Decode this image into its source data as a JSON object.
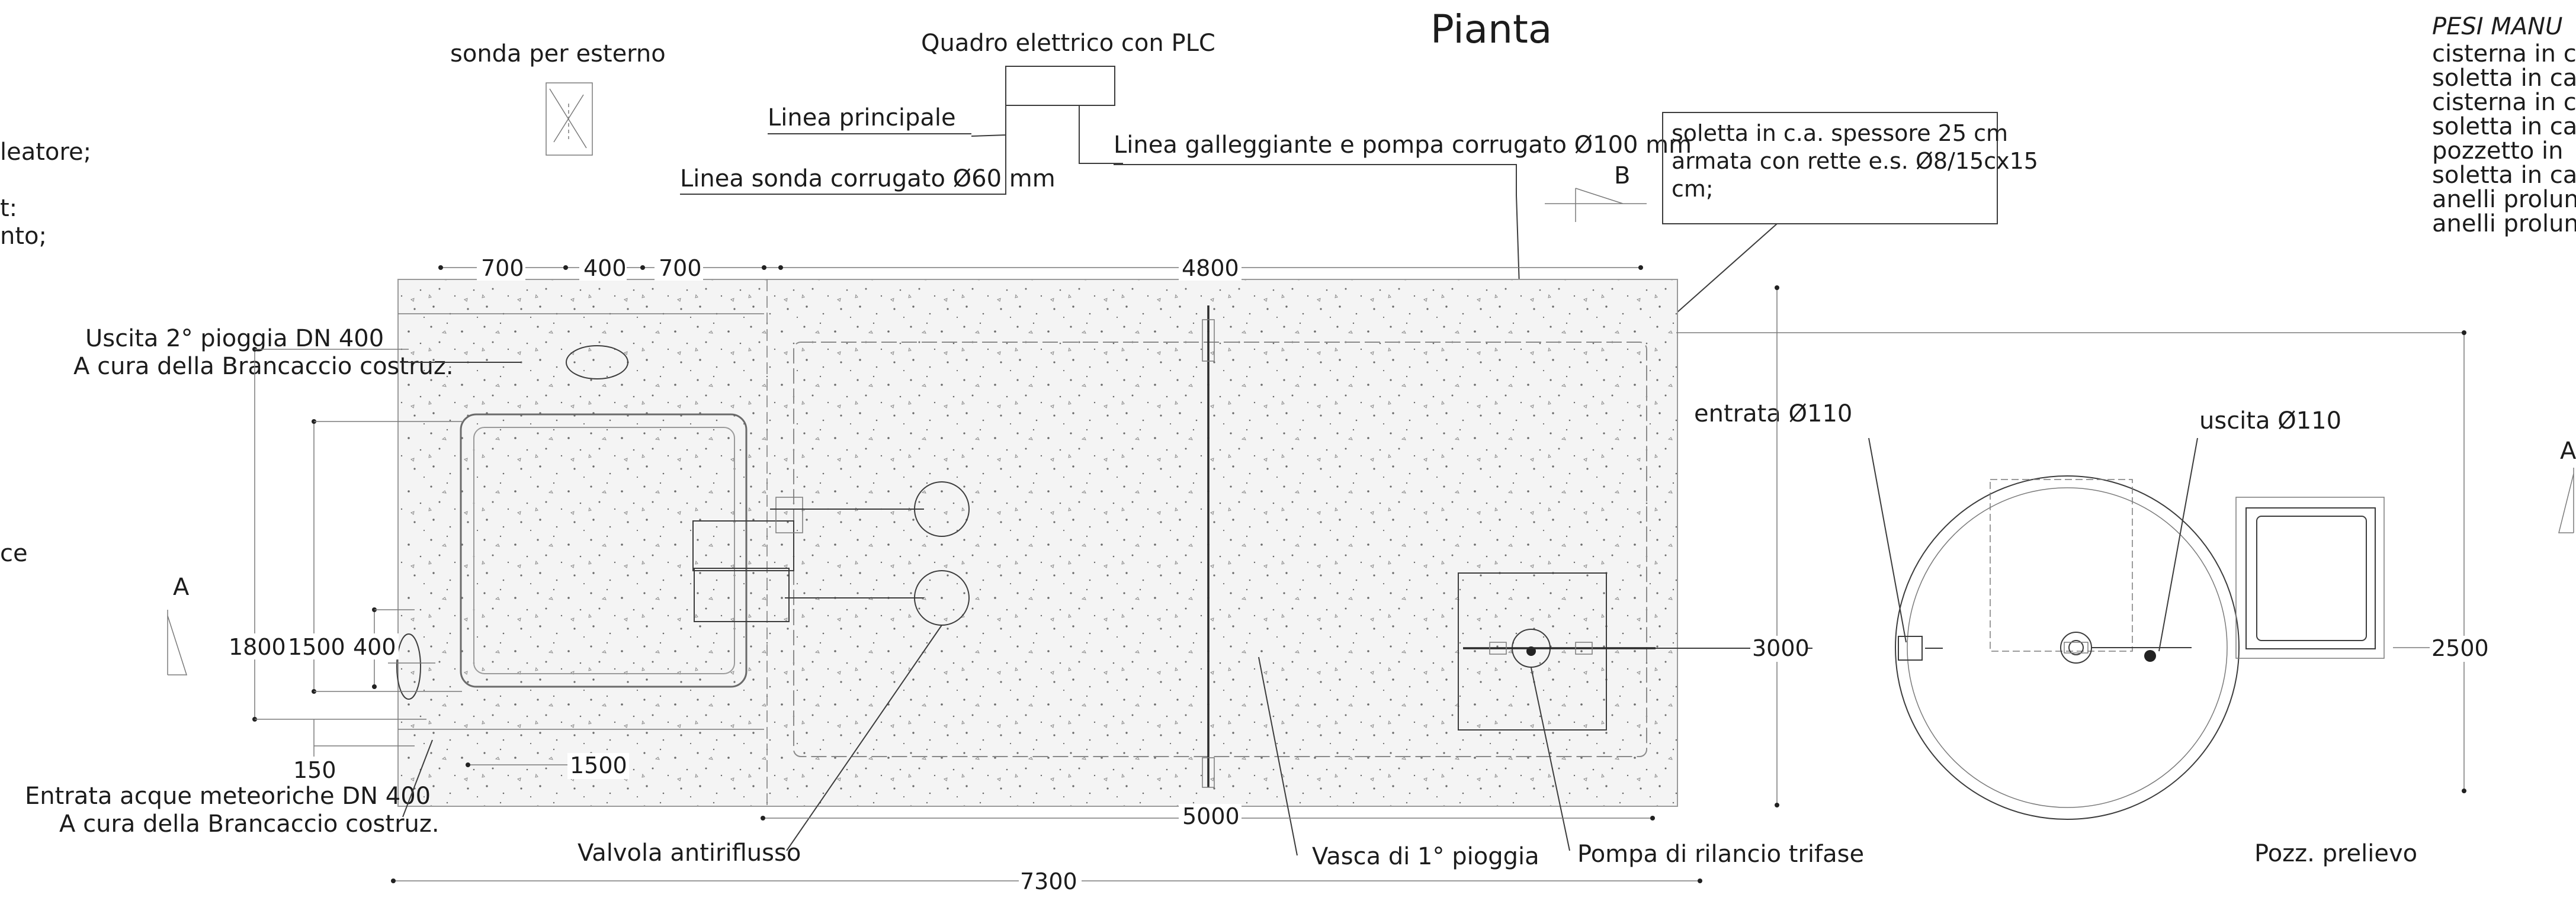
{
  "title": "Pianta",
  "legend_right": {
    "heading": "PESI MANU",
    "lines": [
      "cisterna in c",
      "soletta in ca",
      "cisterna in c",
      "soletta in ca",
      "pozzetto in",
      "soletta in ca",
      "anelli prolun",
      "anelli prolun"
    ]
  },
  "left_fragments": [
    "leatore;",
    "t:",
    "nto;",
    "ce"
  ],
  "labels": {
    "sonda_esterno": "sonda per esterno",
    "quadro": "Quadro elettrico con PLC",
    "linea_principale": "Linea principale",
    "linea_galleggiante": "Linea galleggiante e pompa corrugato Ø100 mm",
    "linea_sonda": "Linea sonda corrugato Ø60 mm",
    "soletta_note": [
      "soletta in c.a. spessore 25 cm",
      "armata con rette e.s. Ø8/15cx15",
      "cm;"
    ],
    "section_b": "B",
    "section_a_left": "A",
    "section_a_right": "A",
    "uscita_pioggia": [
      "Uscita 2° pioggia DN 400",
      "A cura della Brancaccio costruz."
    ],
    "entrata_meteoriche": [
      "Entrata  acque meteoriche DN 400",
      "A cura della Brancaccio costruz."
    ],
    "entrata_110": "entrata Ø110",
    "uscita_110": "uscita Ø110",
    "valvola": "Valvola antiriflusso",
    "vasca": "Vasca di 1° pioggia",
    "pompa": "Pompa di rilancio trifase",
    "pozz_prelievo": "Pozz. prelievo"
  },
  "dimensions": {
    "top_700_a": "700",
    "top_400": "400",
    "top_700_b": "700",
    "top_4800": "4800",
    "left_1800": "1800",
    "left_1500": "1500",
    "left_400": "400",
    "left_150": "150",
    "bottom_1500": "1500",
    "bottom_5000": "5000",
    "bottom_7300": "7300",
    "mid_3000": "3000",
    "right_2500": "2500"
  }
}
